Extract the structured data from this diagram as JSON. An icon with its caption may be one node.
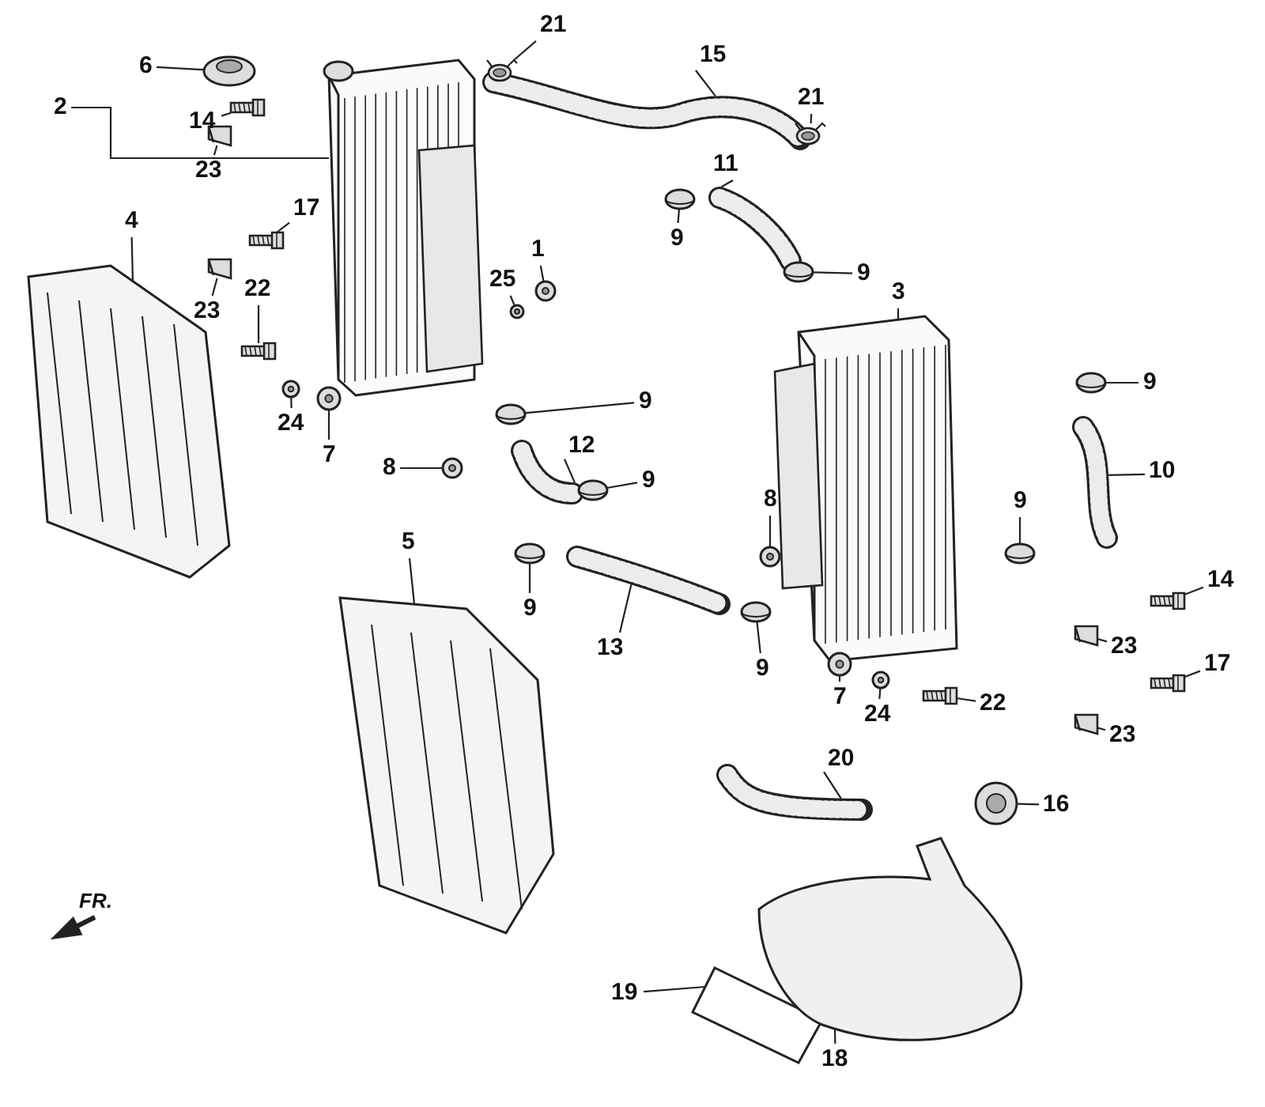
{
  "diagram": {
    "nodes": [
      {
        "text": [
          "6"
        ]
      },
      {
        "text": [
          "15"
        ]
      },
      {
        "text": [
          "2"
        ]
      },
      {
        "text": [
          "21"
        ]
      },
      {
        "text": [
          "21"
        ]
      },
      {
        "text": [
          "14"
        ]
      },
      {
        "text": [
          "11"
        ]
      },
      {
        "text": [
          "23"
        ]
      },
      {
        "text": [
          "17"
        ]
      },
      {
        "text": [
          "4"
        ]
      },
      {
        "text": [
          "9"
        ]
      },
      {
        "text": [
          "1"
        ]
      },
      {
        "text": [
          "9"
        ]
      },
      {
        "text": [
          "25"
        ]
      },
      {
        "text": [
          "22"
        ]
      },
      {
        "text": [
          "3"
        ]
      },
      {
        "text": [
          "23"
        ]
      },
      {
        "text": [
          "9"
        ]
      },
      {
        "text": [
          "9"
        ]
      },
      {
        "text": [
          "24"
        ]
      },
      {
        "text": [
          "12"
        ]
      },
      {
        "text": [
          "7"
        ]
      },
      {
        "text": [
          "8"
        ]
      },
      {
        "text": [
          "10"
        ]
      },
      {
        "text": [
          "9"
        ]
      },
      {
        "text": [
          "8"
        ]
      },
      {
        "text": [
          "9"
        ]
      },
      {
        "text": [
          "5"
        ]
      },
      {
        "text": [
          "14"
        ]
      },
      {
        "text": [
          "9"
        ]
      },
      {
        "text": [
          "13"
        ]
      },
      {
        "text": [
          "23"
        ]
      },
      {
        "text": [
          "17"
        ]
      },
      {
        "text": [
          "9"
        ]
      },
      {
        "text": [
          "7"
        ]
      },
      {
        "text": [
          "22"
        ]
      },
      {
        "text": [
          "24"
        ]
      },
      {
        "text": [
          "23"
        ]
      },
      {
        "text": [
          "20"
        ]
      },
      {
        "text": [
          "16"
        ]
      },
      {
        "text": [
          "19"
        ]
      },
      {
        "text": [
          "18"
        ]
      },
      {
        "text": [],
        "shape": "picture"
      },
      {
        "text": [],
        "shape": "picture"
      },
      {
        "text": [],
        "shape": "picture"
      },
      {
        "text": [],
        "shape": "picture"
      },
      {
        "text": [],
        "shape": "picture"
      },
      {
        "text": [],
        "shape": "picture"
      },
      {
        "text": [],
        "shape": "picture"
      },
      {
        "text": [],
        "shape": "picture"
      },
      {
        "text": [],
        "shape": "picture"
      },
      {
        "text": [],
        "shape": "picture"
      },
      {
        "text": [],
        "shape": "picture"
      },
      {
        "text": [],
        "shape": "picture"
      },
      {
        "text": [],
        "shape": "picture"
      },
      {
        "text": [],
        "shape": "picture"
      },
      {
        "text": [],
        "shape": "picture"
      },
      {
        "text": [],
        "shape": "picture"
      },
      {
        "text": [],
        "shape": "picture"
      },
      {
        "text": [],
        "shape": "picture"
      },
      {
        "text": [],
        "shape": "picture"
      },
      {
        "text": [],
        "shape": "picture"
      },
      {
        "text": [],
        "shape": "picture"
      },
      {
        "text": [],
        "shape": "picture"
      },
      {
        "text": [],
        "shape": "picture"
      },
      {
        "text": [],
        "shape": "picture"
      },
      {
        "text": [],
        "shape": "picture"
      },
      {
        "text": [],
        "shape": "picture"
      },
      {
        "text": [],
        "shape": "picture"
      },
      {
        "text": [],
        "shape": "picture"
      },
      {
        "text": [],
        "shape": "picture"
      },
      {
        "text": [],
        "shape": "picture"
      },
      {
        "text": [],
        "shape": "picture"
      },
      {
        "text": [],
        "shape": "picture"
      },
      {
        "text": [],
        "shape": "picture"
      },
      {
        "text": [],
        "shape": "picture"
      },
      {
        "text": [],
        "shape": "picture"
      },
      {
        "text": [],
        "shape": "picture"
      },
      {
        "text": [],
        "shape": "picture"
      },
      {
        "text": [],
        "shape": "picture"
      },
      {
        "text": [],
        "shape": "picture"
      },
      {
        "text": [],
        "shape": "picture"
      },
      {
        "text": [],
        "shape": "picture"
      },
      {
        "text": [],
        "shape": "picture"
      }
    ],
    "edges": [
      {
        "from": 0,
        "to": 42,
        "arrow": "none"
      },
      {
        "from": 1,
        "to": 43,
        "arrow": "none"
      },
      {
        "from": 2,
        "to": 44,
        "arrow": "none"
      },
      {
        "from": 3,
        "to": 45,
        "arrow": "none"
      },
      {
        "from": 4,
        "to": 46,
        "arrow": "none"
      },
      {
        "from": 5,
        "to": 47,
        "arrow": "none"
      },
      {
        "from": 6,
        "to": 48,
        "arrow": "none"
      },
      {
        "from": 7,
        "to": 49,
        "arrow": "none"
      },
      {
        "from": 8,
        "to": 50,
        "arrow": "none"
      },
      {
        "from": 9,
        "to": 51,
        "arrow": "none"
      },
      {
        "from": 10,
        "to": 52,
        "arrow": "none"
      },
      {
        "from": 11,
        "to": 53,
        "arrow": "none"
      },
      {
        "from": 12,
        "to": 54,
        "arrow": "none"
      },
      {
        "from": 13,
        "to": 55,
        "arrow": "none"
      },
      {
        "from": 14,
        "to": 56,
        "arrow": "none"
      },
      {
        "from": 15,
        "to": 57,
        "arrow": "none"
      },
      {
        "from": 16,
        "to": 58,
        "arrow": "none"
      },
      {
        "from": 17,
        "to": 59,
        "arrow": "none"
      },
      {
        "from": 18,
        "to": 60,
        "arrow": "none"
      },
      {
        "from": 19,
        "to": 61,
        "arrow": "none"
      },
      {
        "from": 20,
        "to": 62,
        "arrow": "none"
      },
      {
        "from": 21,
        "to": 63,
        "arrow": "none"
      },
      {
        "from": 22,
        "to": 64,
        "arrow": "none"
      },
      {
        "from": 23,
        "to": 65,
        "arrow": "none"
      },
      {
        "from": 24,
        "to": 66,
        "arrow": "none"
      },
      {
        "from": 25,
        "to": 67,
        "arrow": "none"
      },
      {
        "from": 26,
        "to": 68,
        "arrow": "none"
      },
      {
        "from": 27,
        "to": 69,
        "arrow": "none"
      },
      {
        "from": 28,
        "to": 70,
        "arrow": "none"
      },
      {
        "from": 29,
        "to": 71,
        "arrow": "none"
      },
      {
        "from": 30,
        "to": 72,
        "arrow": "none"
      },
      {
        "from": 31,
        "to": 73,
        "arrow": "none"
      },
      {
        "from": 32,
        "to": 74,
        "arrow": "none"
      },
      {
        "from": 33,
        "to": 75,
        "arrow": "none"
      },
      {
        "from": 34,
        "to": 76,
        "arrow": "none"
      },
      {
        "from": 35,
        "to": 77,
        "arrow": "none"
      },
      {
        "from": 36,
        "to": 78,
        "arrow": "none"
      },
      {
        "from": 37,
        "to": 79,
        "arrow": "none"
      },
      {
        "from": 38,
        "to": 80,
        "arrow": "none"
      },
      {
        "from": 39,
        "to": 81,
        "arrow": "none"
      },
      {
        "from": 40,
        "to": 82,
        "arrow": "none"
      },
      {
        "from": 41,
        "to": 83,
        "arrow": "none"
      }
    ],
    "labels": [
      "FR."
    ]
  }
}
